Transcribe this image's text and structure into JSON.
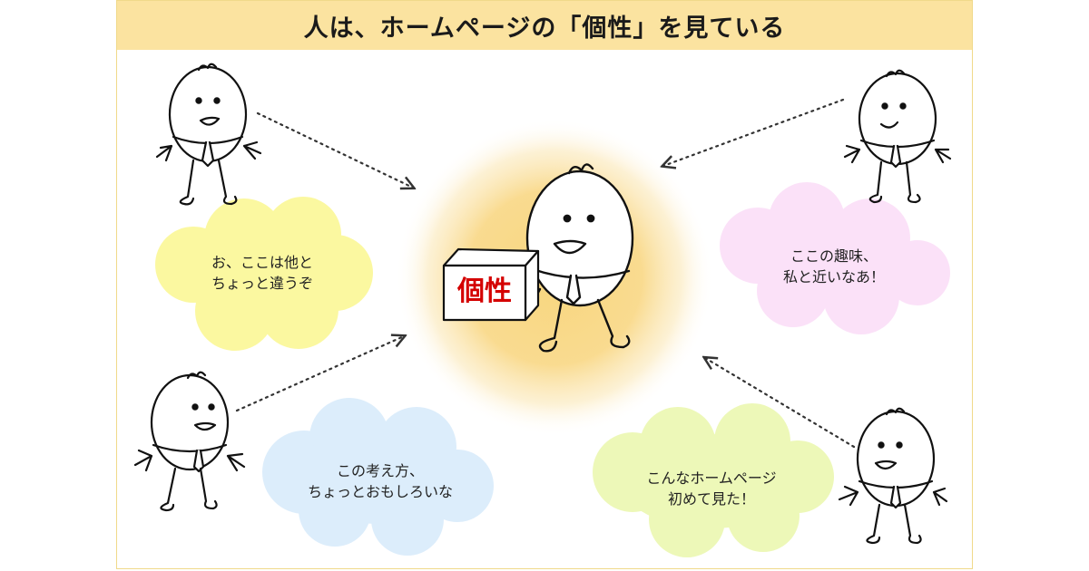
{
  "title": "人は、ホームページの「個性」を見ている",
  "center_box_label": "個性",
  "colors": {
    "title_band": "#fbe3a0",
    "glow": "#f8d67e",
    "box_label": "#d40000",
    "bubble_yellow": "#fbf8a0",
    "bubble_pink": "#fbe1f8",
    "bubble_blue": "#dcedfb",
    "bubble_green": "#edf8b8"
  },
  "bubbles": [
    {
      "id": "top-left",
      "lines": [
        "お、ここは他と",
        "ちょっと違うぞ"
      ]
    },
    {
      "id": "top-right",
      "lines": [
        "ここの趣味、",
        "私と近いなあ！"
      ]
    },
    {
      "id": "bottom-left",
      "lines": [
        "この考え方、",
        "ちょっとおもしろいな"
      ]
    },
    {
      "id": "bottom-right",
      "lines": [
        "こんなホームページ",
        "初めて見た！"
      ]
    }
  ]
}
